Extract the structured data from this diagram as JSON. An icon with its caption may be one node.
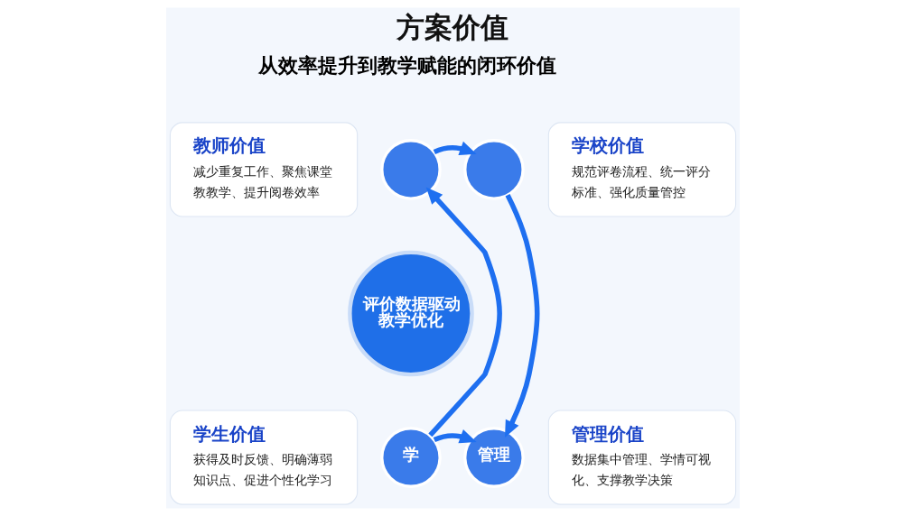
{
  "diagram": {
    "title": "方案价值",
    "nodes": [
      {
        "text": [
          "教师价值",
          "减少重复工作、聚焦课堂教教学、提升阅卷效率"
        ]
      },
      {
        "text": [],
        "shape": "circle"
      },
      {
        "text": [],
        "shape": "circle"
      },
      {
        "text": [
          "学校价值",
          "规范评卷流程、统一评分标准、强化质量管控"
        ]
      },
      {
        "text": [
          "评价数据驱动教学优化"
        ]
      },
      {
        "text": [
          "学生价值",
          "获得及时反馈、明确薄弱知识点、促进个性化学习"
        ]
      },
      {
        "text": [
          "学"
        ]
      },
      {
        "text": [
          "管理"
        ]
      },
      {
        "text": [
          "管理价值",
          "数据集中管理、学情可视化、支撑教学决策"
        ]
      }
    ],
    "edges": [
      {
        "from": 1,
        "to": 2,
        "arrow": "to"
      },
      {
        "from": 2,
        "to": 7,
        "arrow": "to"
      },
      {
        "from": 6,
        "to": 7,
        "arrow": "to"
      },
      {
        "from": 6,
        "to": 1,
        "arrow": "to"
      }
    ],
    "labels": [
      "从效率提升到教学赋能的闭环价值"
    ]
  }
}
